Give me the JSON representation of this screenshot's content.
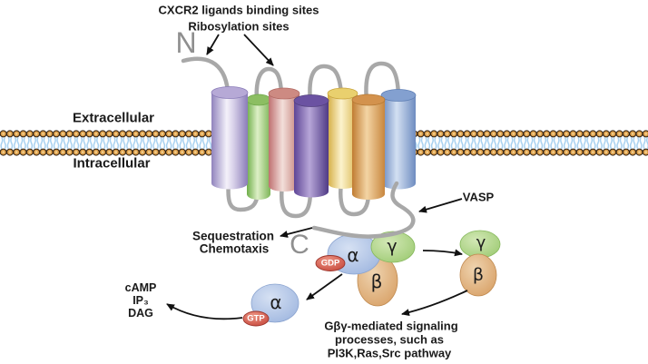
{
  "figure": {
    "annotations": {
      "binding_sites_line1": "CXCR2 ligands binding sites",
      "binding_sites_line2": "Ribosylation sites",
      "extracellular": "Extracellular",
      "intracellular": "Intracellular",
      "vasp": "VASP",
      "sequestration": "Sequestration",
      "chemotaxis": "Chemotaxis",
      "camp": "cAMP",
      "ip3": "IP₃",
      "dag": "DAG",
      "gbg_signaling_line1": "Gβγ-mediated signaling",
      "gbg_signaling_line2": "processes, such as",
      "gbg_signaling_line3": "PI3K,Ras,Src pathway"
    },
    "receptor": {
      "n_terminus": "N",
      "c_terminus": "C",
      "helix_colors": [
        "#9b8cc4",
        "#7fb55a",
        "#bf7070",
        "#5a4190",
        "#d4ad42",
        "#c07c32",
        "#6484bc"
      ]
    },
    "g_protein": {
      "alpha": "α",
      "beta": "β",
      "gamma": "γ",
      "gdp": "GDP",
      "gtp": "GTP"
    },
    "colors": {
      "alpha_fill": "#a9bfe5",
      "beta_fill": "#dda96f",
      "gamma_fill": "#a4cf7c",
      "nucleotide_fill": "#cf4a3e",
      "membrane_head": "#dd9f4b",
      "membrane_tail": "#a6d0f0",
      "loop_gray": "#a8a8a8",
      "text": "#1a1a1a",
      "terminus_gray": "#8f8f8f"
    }
  }
}
